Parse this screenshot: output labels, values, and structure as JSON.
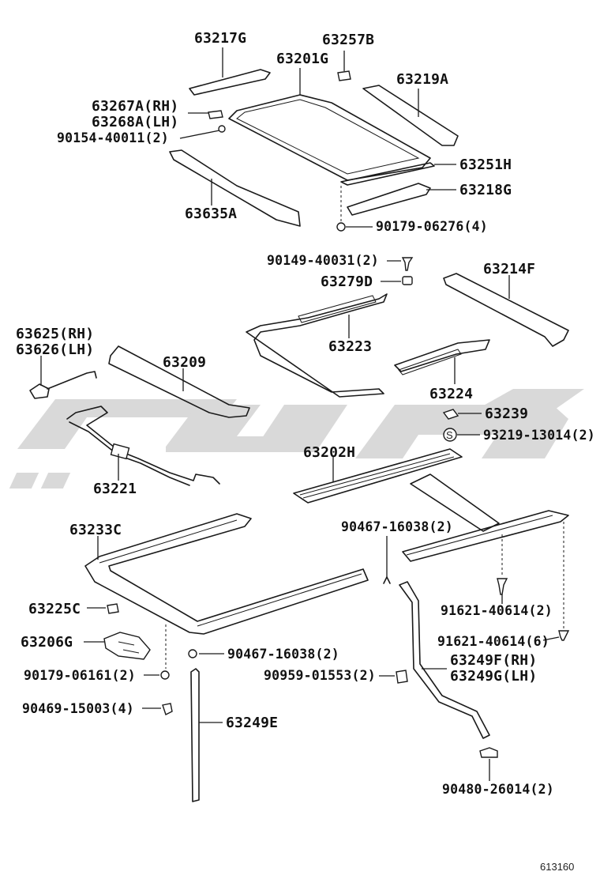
{
  "labels": {
    "p63217G": "63217G",
    "p63257B": "63257B",
    "p63201G": "63201G",
    "p63219A": "63219A",
    "p63267A": "63267A(RH)",
    "p63268A": "63268A(LH)",
    "p90154": "90154-40011(2)",
    "p63251H": "63251H",
    "p63218G": "63218G",
    "p63635A": "63635A",
    "p90179a": "90179-06276(4)",
    "p90149": "90149-40031(2)",
    "p63279D": "63279D",
    "p63214F": "63214F",
    "p63625": "63625(RH)",
    "p63626": "63626(LH)",
    "p63209": "63209",
    "p63223": "63223",
    "p63224": "63224",
    "p63239": "63239",
    "p93219": "93219-13014(2)",
    "p63202H": "63202H",
    "p63221": "63221",
    "p63233C": "63233C",
    "p90467a": "90467-16038(2)",
    "p63225C": "63225C",
    "p91621a": "91621-40614(2)",
    "p63206G": "63206G",
    "p91621b": "91621-40614(6)",
    "p90467b": "90467-16038(2)",
    "p63249F": "63249F(RH)",
    "p90179b": "90179-06161(2)",
    "p90959": "90959-01553(2)",
    "p63249G": "63249G(LH)",
    "p90469": "90469-15003(4)",
    "p63249E": "63249E",
    "p90480": "90480-26014(2)",
    "screw_symbol": "S",
    "figure_no": "613160"
  },
  "colors": {
    "line": "#1a1a1a",
    "watermark": "#d9d9d9",
    "background": "#ffffff"
  }
}
